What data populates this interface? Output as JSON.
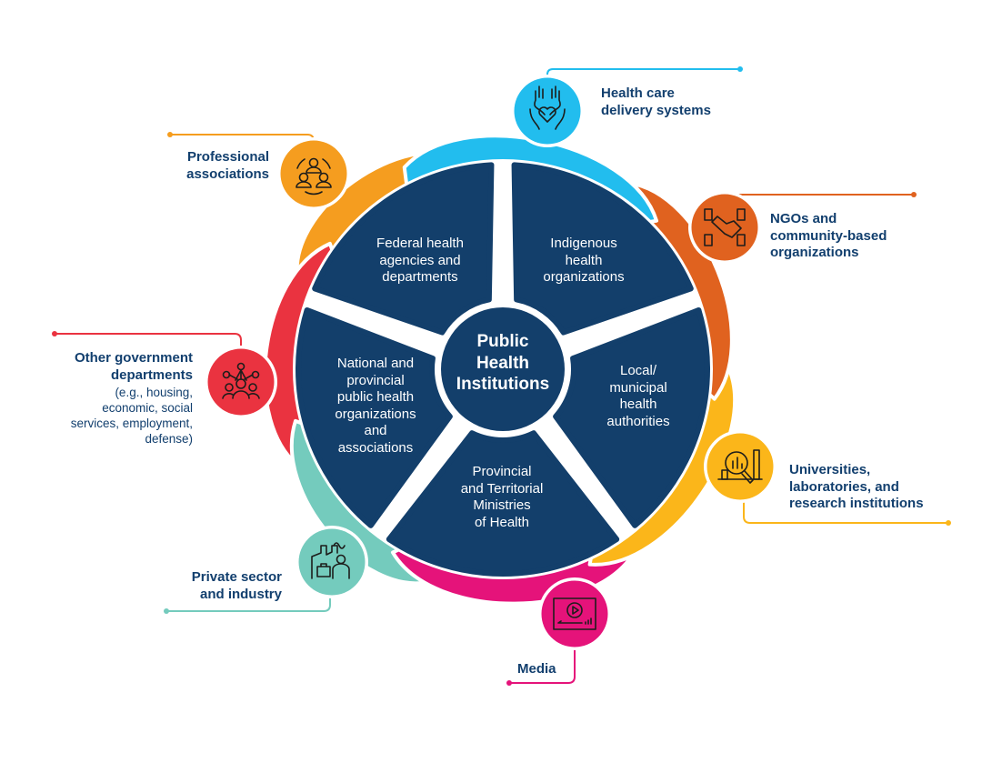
{
  "center": {
    "lines": [
      "Public",
      "Health",
      "Institutions"
    ]
  },
  "segments": [
    {
      "id": "federal",
      "lines": [
        "Federal health",
        "agencies and",
        "departments"
      ]
    },
    {
      "id": "indigenous",
      "lines": [
        "Indigenous",
        "health",
        "organizations"
      ]
    },
    {
      "id": "local",
      "lines": [
        "Local/",
        "municipal",
        "health",
        "authorities"
      ]
    },
    {
      "id": "provincial",
      "lines": [
        "Provincial",
        "and Territorial",
        "Ministries",
        "of Health"
      ]
    },
    {
      "id": "national",
      "lines": [
        "National and",
        "provincial",
        "public health",
        "organizations",
        "and",
        "associations"
      ]
    }
  ],
  "stakeholders": [
    {
      "id": "health-care",
      "title_lines": [
        "Health care",
        "delivery systems"
      ],
      "sub_lines": [],
      "icon": "caring-hands-heart-icon",
      "color": "#22bdee"
    },
    {
      "id": "ngos",
      "title_lines": [
        "NGOs and",
        "community-based",
        "organizations"
      ],
      "sub_lines": [],
      "icon": "handshake-group-icon",
      "color": "#e0621f"
    },
    {
      "id": "universities",
      "title_lines": [
        "Universities,",
        "laboratories, and",
        "research institutions"
      ],
      "sub_lines": [],
      "icon": "magnifier-chart-icon",
      "color": "#fbb61a"
    },
    {
      "id": "media",
      "title_lines": [
        "Media"
      ],
      "sub_lines": [],
      "icon": "video-player-icon",
      "color": "#e5137a"
    },
    {
      "id": "private",
      "title_lines": [
        "Private sector",
        "and industry"
      ],
      "sub_lines": [],
      "icon": "factory-worker-icon",
      "color": "#74cbbd"
    },
    {
      "id": "government",
      "title_lines": [
        "Other government",
        "departments"
      ],
      "sub_lines": [
        "(e.g., housing,",
        "economic, social",
        "services, employment,",
        "defense)"
      ],
      "icon": "network-people-icon",
      "color": "#ea3340"
    },
    {
      "id": "professional",
      "title_lines": [
        "Professional",
        "associations"
      ],
      "sub_lines": [],
      "icon": "people-circle-icon",
      "color": "#f59d1f"
    }
  ],
  "colors": {
    "navy": "#133f6b",
    "label_text": "#123f6e",
    "background": "#ffffff"
  }
}
